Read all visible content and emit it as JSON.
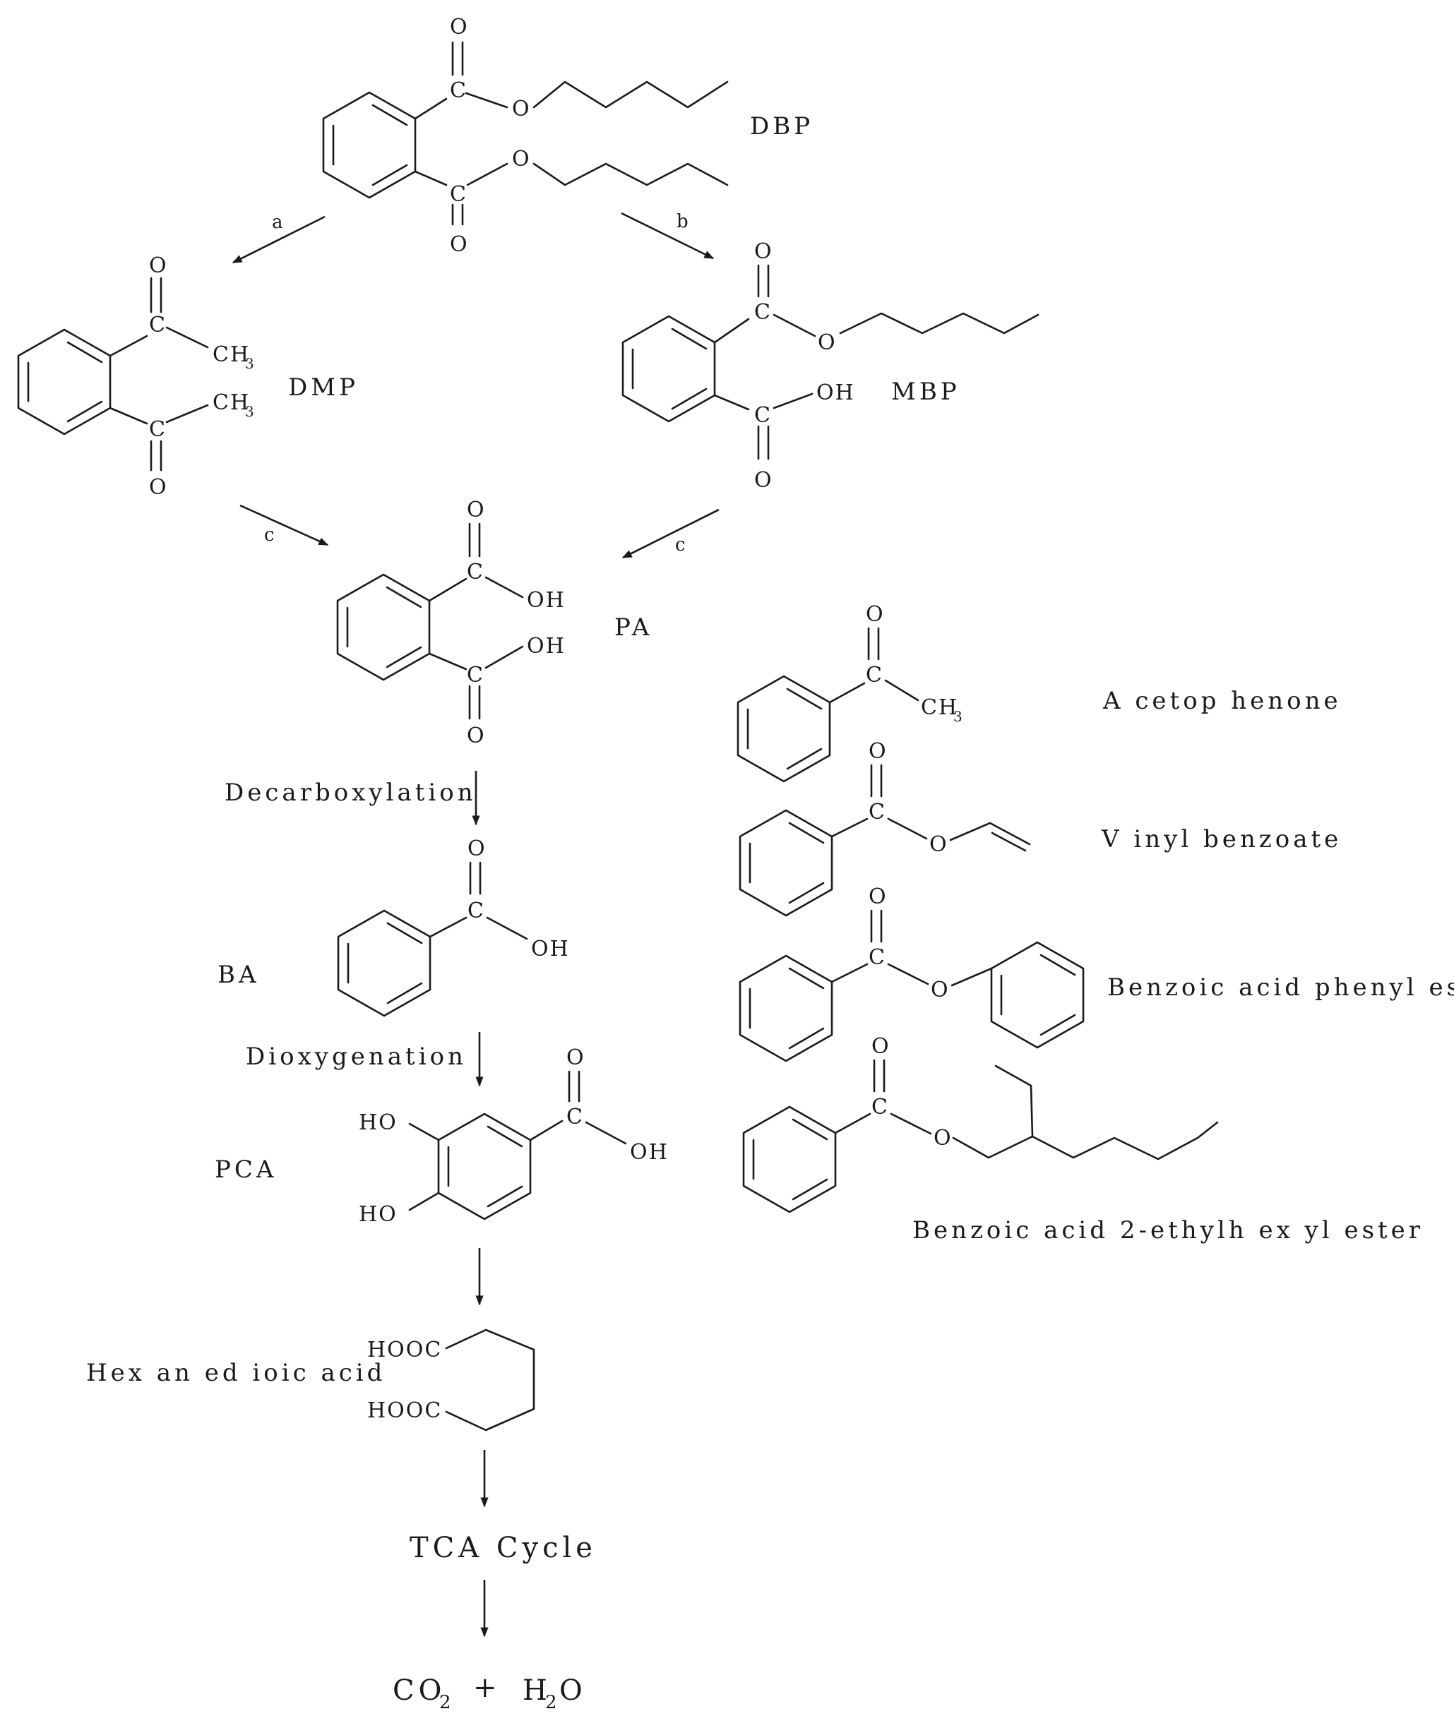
{
  "compounds": {
    "dbp": "DBP",
    "dmp": "DMP",
    "mbp": "MBP",
    "pa": "PA",
    "ba": "BA",
    "pca": "PCA",
    "hexanedioic": "Hex an ed ioic acid",
    "acetophenone": "A cetop henone",
    "vinyl_benzoate": "V inyl benzoate",
    "phenyl_ester": "Benzoic acid phenyl ester",
    "ethylhexyl_ester": "Benzoic acid 2-ethylh ex yl ester"
  },
  "steps": {
    "a": "a",
    "b": "b",
    "c_left": "c",
    "c_right": "c",
    "decarboxylation": "Decarboxylation",
    "dioxygenation": "Dioxygenation"
  },
  "end": {
    "tca": "TCA Cycle",
    "co2": "CO",
    "co2_sub": "2",
    "plus": "+",
    "h2o_h": "H",
    "h2o_sub": "2",
    "h2o_o": "O"
  },
  "atoms": {
    "o": "O",
    "c": "C",
    "oh": "OH",
    "ho": "HO",
    "ch": "CH",
    "three": "3",
    "hooc": "HOOC"
  }
}
